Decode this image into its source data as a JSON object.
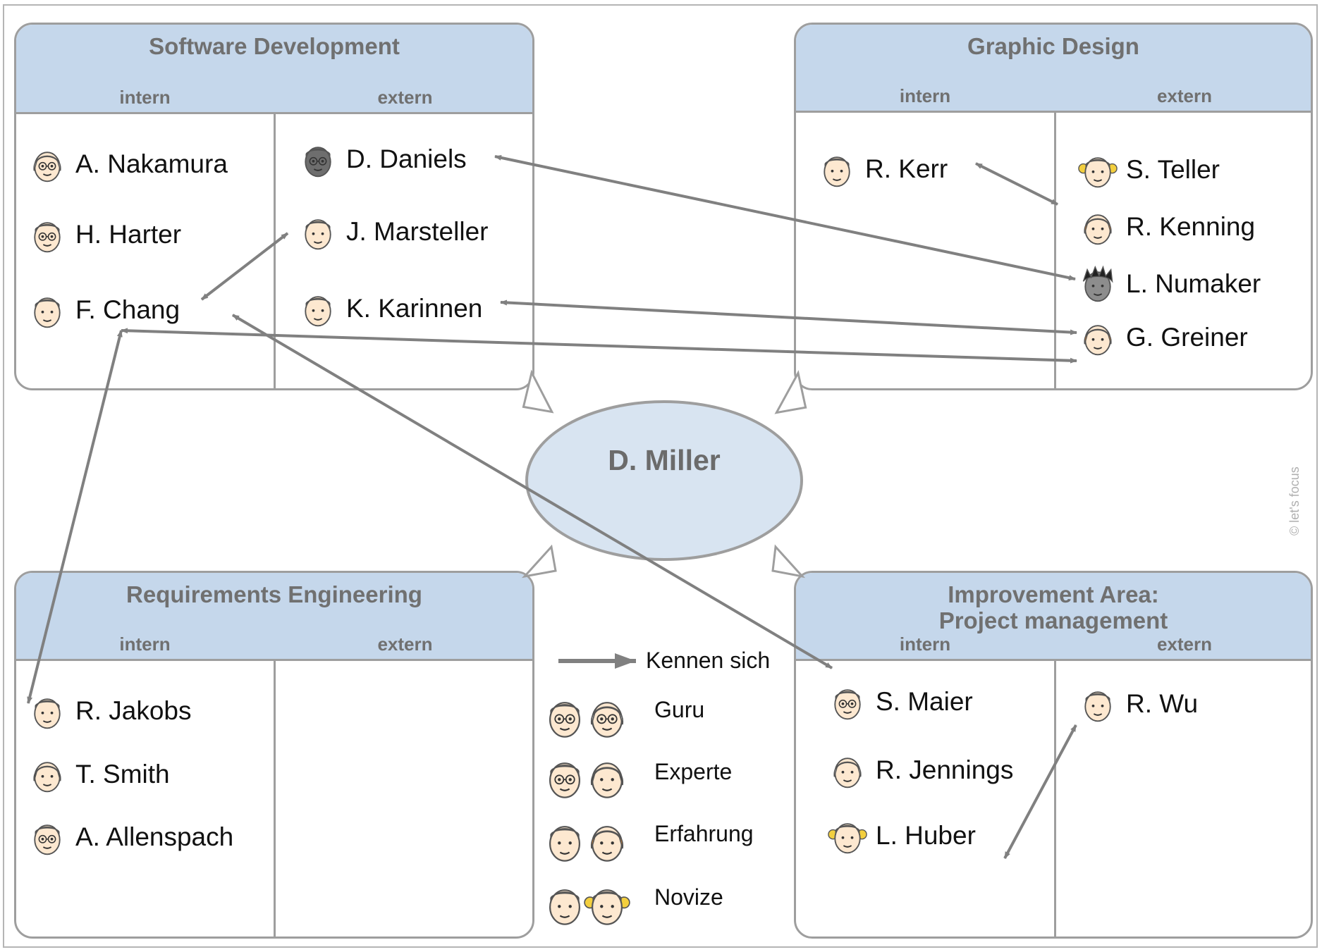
{
  "colors": {
    "header_fill": "#c5d7eb",
    "border": "#9e9e9e",
    "ellipse_fill": "#d8e4f1",
    "arrow": "#808080",
    "skin": "#fde8d0",
    "hair_gray": "#c8c8c8",
    "hair_dark": "#454545",
    "hair_orange": "#ee8a2a",
    "hair_yellow": "#f3cf3e",
    "hair_black": "#222222"
  },
  "center": {
    "name": "D. Miller"
  },
  "groups": {
    "software_development": {
      "title": "Software Development",
      "col_intern": "intern",
      "col_extern": "extern",
      "intern": [
        {
          "name": "A. Nakamura",
          "icon": "guru-woman-gray-hair-icon"
        },
        {
          "name": "H. Harter",
          "icon": "expert-man-glasses-icon"
        },
        {
          "name": "F. Chang",
          "icon": "expert-man-icon"
        }
      ],
      "extern": [
        {
          "name": "D. Daniels",
          "icon": "expert-man-dark-skin-icon"
        },
        {
          "name": "J. Marsteller",
          "icon": "experienced-man-orange-hair-icon"
        },
        {
          "name": "K. Karinnen",
          "icon": "novice-man-yellow-hair-icon"
        }
      ]
    },
    "graphic_design": {
      "title": "Graphic Design",
      "col_intern": "intern",
      "col_extern": "extern",
      "intern": [
        {
          "name": "R. Kerr",
          "icon": "experienced-man-orange-hair-icon"
        }
      ],
      "extern": [
        {
          "name": "S. Teller",
          "icon": "novice-girl-pigtails-icon"
        },
        {
          "name": "R. Kenning",
          "icon": "experienced-woman-orange-hair-icon"
        },
        {
          "name": "L. Numaker",
          "icon": "expert-spiky-hair-icon"
        },
        {
          "name": "G. Greiner",
          "icon": "experienced-woman-orange-hair-icon"
        }
      ]
    },
    "requirements_engineering": {
      "title": "Requirements Engineering",
      "col_intern": "intern",
      "col_extern": "extern",
      "intern": [
        {
          "name": "R. Jakobs",
          "icon": "experienced-man-orange-hair-icon"
        },
        {
          "name": "T. Smith",
          "icon": "expert-woman-icon"
        },
        {
          "name": "A. Allenspach",
          "icon": "expert-man-glasses-icon"
        }
      ],
      "extern": []
    },
    "improvement_area": {
      "title_line1": "Improvement Area:",
      "title_line2": "Project management",
      "col_intern": "intern",
      "col_extern": "extern",
      "intern": [
        {
          "name": "S. Maier",
          "icon": "guru-man-glasses-icon"
        },
        {
          "name": "R. Jennings",
          "icon": "expert-woman-gray-hair-icon"
        },
        {
          "name": "L. Huber",
          "icon": "novice-girl-pigtails-icon"
        }
      ],
      "extern": [
        {
          "name": "R. Wu",
          "icon": "expert-man-icon"
        }
      ]
    }
  },
  "legend": {
    "connection_label": "Kennen sich",
    "levels": [
      {
        "label": "Guru",
        "icons": [
          "guru-man-glasses-icon",
          "guru-woman-gray-hair-icon"
        ]
      },
      {
        "label": "Experte",
        "icons": [
          "expert-man-glasses-icon",
          "expert-woman-icon"
        ]
      },
      {
        "label": "Erfahrung",
        "icons": [
          "experienced-man-orange-hair-icon",
          "experienced-woman-orange-hair-icon"
        ]
      },
      {
        "label": "Novize",
        "icons": [
          "novice-man-yellow-hair-icon",
          "novice-girl-pigtails-icon"
        ]
      }
    ]
  },
  "connections": [
    [
      "F. Chang",
      "J. Marsteller"
    ],
    [
      "D. Daniels",
      "L. Numaker"
    ],
    [
      "R. Kerr",
      "R. Kenning"
    ],
    [
      "K. Karinnen",
      "G. Greiner"
    ],
    [
      "F. Chang",
      "G. Greiner"
    ],
    [
      "F. Chang",
      "R. Jakobs"
    ],
    [
      "F. Chang",
      "S. Maier"
    ],
    [
      "L. Huber",
      "R. Wu"
    ]
  ],
  "copyright": "© let's focus"
}
